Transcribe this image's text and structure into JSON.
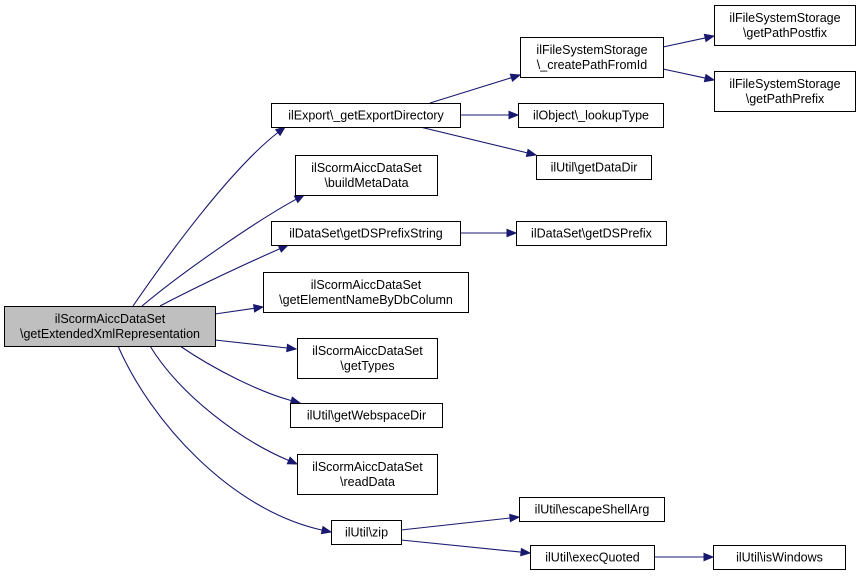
{
  "graph": {
    "nodes": [
      {
        "id": "root",
        "lines": [
          "ilScormAiccDataSet",
          "\\getExtendedXmlRepresentation"
        ],
        "highlight": true
      },
      {
        "id": "export_dir",
        "lines": [
          "ilExport\\_getExportDirectory"
        ]
      },
      {
        "id": "build_meta",
        "lines": [
          "ilScormAiccDataSet",
          "\\buildMetaData"
        ]
      },
      {
        "id": "ds_prefix_string",
        "lines": [
          "ilDataSet\\getDSPrefixString"
        ]
      },
      {
        "id": "element_name",
        "lines": [
          "ilScormAiccDataSet",
          "\\getElementNameByDbColumn"
        ]
      },
      {
        "id": "get_types",
        "lines": [
          "ilScormAiccDataSet",
          "\\getTypes"
        ]
      },
      {
        "id": "webspace_dir",
        "lines": [
          "ilUtil\\getWebspaceDir"
        ]
      },
      {
        "id": "read_data",
        "lines": [
          "ilScormAiccDataSet",
          "\\readData"
        ]
      },
      {
        "id": "zip",
        "lines": [
          "ilUtil\\zip"
        ]
      },
      {
        "id": "create_path",
        "lines": [
          "ilFileSystemStorage",
          "\\_createPathFromId"
        ]
      },
      {
        "id": "lookup_type",
        "lines": [
          "ilObject\\_lookupType"
        ]
      },
      {
        "id": "data_dir",
        "lines": [
          "ilUtil\\getDataDir"
        ]
      },
      {
        "id": "ds_prefix",
        "lines": [
          "ilDataSet\\getDSPrefix"
        ]
      },
      {
        "id": "escape_shell",
        "lines": [
          "ilUtil\\escapeShellArg"
        ]
      },
      {
        "id": "exec_quoted",
        "lines": [
          "ilUtil\\execQuoted"
        ]
      },
      {
        "id": "path_postfix",
        "lines": [
          "ilFileSystemStorage",
          "\\getPathPostfix"
        ]
      },
      {
        "id": "path_prefix",
        "lines": [
          "ilFileSystemStorage",
          "\\getPathPrefix"
        ]
      },
      {
        "id": "is_windows",
        "lines": [
          "ilUtil\\isWindows"
        ]
      }
    ],
    "edges": [
      {
        "from": "root",
        "to": "export_dir"
      },
      {
        "from": "root",
        "to": "build_meta"
      },
      {
        "from": "root",
        "to": "ds_prefix_string"
      },
      {
        "from": "root",
        "to": "element_name"
      },
      {
        "from": "root",
        "to": "get_types"
      },
      {
        "from": "root",
        "to": "webspace_dir"
      },
      {
        "from": "root",
        "to": "read_data"
      },
      {
        "from": "root",
        "to": "zip"
      },
      {
        "from": "export_dir",
        "to": "create_path"
      },
      {
        "from": "export_dir",
        "to": "lookup_type"
      },
      {
        "from": "export_dir",
        "to": "data_dir"
      },
      {
        "from": "create_path",
        "to": "path_postfix"
      },
      {
        "from": "create_path",
        "to": "path_prefix"
      },
      {
        "from": "ds_prefix_string",
        "to": "ds_prefix"
      },
      {
        "from": "zip",
        "to": "escape_shell"
      },
      {
        "from": "zip",
        "to": "exec_quoted"
      },
      {
        "from": "exec_quoted",
        "to": "is_windows"
      }
    ]
  }
}
